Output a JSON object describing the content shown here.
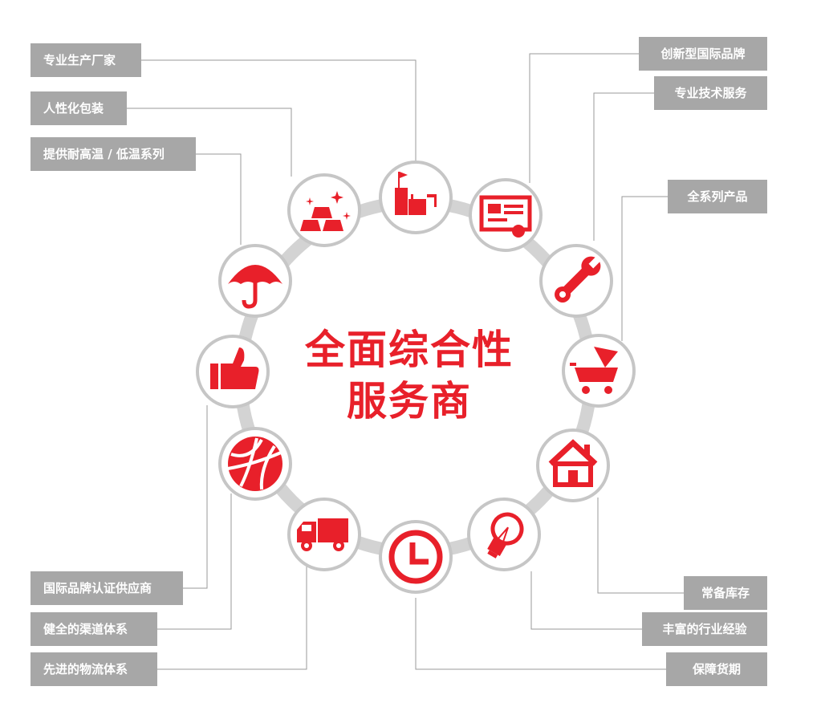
{
  "center": {
    "title_line1": "全面综合性",
    "title_line2": "服务商"
  },
  "labels_left": [
    "专业生产厂家",
    "人性化包装",
    "提供耐高温 / 低温系列",
    "国际品牌认证供应商",
    "健全的渠道体系",
    "先进的物流体系"
  ],
  "labels_right": [
    "创新型国际品牌",
    "专业技术服务",
    "全系列产品",
    "常备库存",
    "丰富的行业经验",
    "保障货期"
  ],
  "colors": {
    "accent": "#e8202a",
    "label_bg": "#a7a7a7",
    "ring": "#d3d3d3",
    "connector": "#9a9a9a"
  },
  "icons": [
    "factory-icon",
    "certificate-icon",
    "wrench-icon",
    "shopping-cart-icon",
    "house-icon",
    "light-bulb-icon",
    "clock-icon",
    "delivery-truck-icon",
    "network-globe-icon",
    "thumbs-up-icon",
    "umbrella-icon",
    "gold-bars-icon"
  ]
}
